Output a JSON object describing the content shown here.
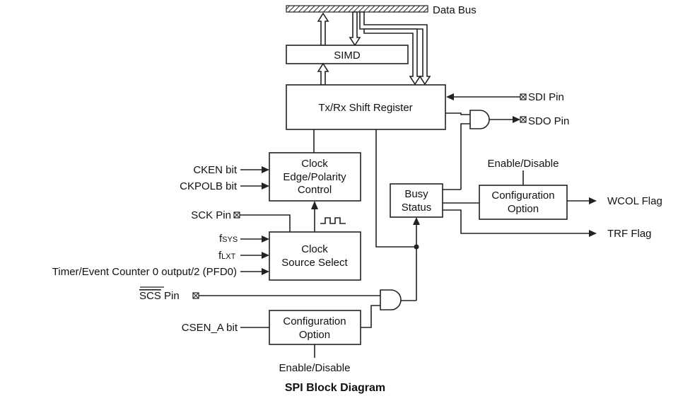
{
  "title": "SPI Block Diagram",
  "blocks": {
    "simd": "SIMD",
    "shift_register": "Tx/Rx Shift Register",
    "clock_edge": [
      "Clock",
      "Edge/Polarity",
      "Control"
    ],
    "clock_source": [
      "Clock",
      "Source Select"
    ],
    "busy_status": [
      "Busy",
      "Status"
    ],
    "config_option_right": [
      "Configuration",
      "Option"
    ],
    "config_option_bottom": [
      "Configuration",
      "Option"
    ]
  },
  "labels": {
    "data_bus": "Data Bus",
    "sdi_pin": "SDI Pin",
    "sdo_pin": "SDO Pin",
    "enable_disable_top": "Enable/Disable",
    "enable_disable_bottom": "Enable/Disable",
    "wcol_flag": "WCOL Flag",
    "trf_flag": "TRF Flag",
    "cken_bit": "CKEN bit",
    "ckpolb_bit": "CKPOLB bit",
    "sck_pin": "SCK Pin",
    "fsys_main": "f",
    "fsys_sub": "SYS",
    "flxt_main": "f",
    "flxt_sub": "LXT",
    "timer_input": "Timer/Event Counter 0 output/2 (PFD0)",
    "scs_bar": "SCS",
    "scs_pin": " Pin",
    "csen_bit": "CSEN_A bit"
  }
}
